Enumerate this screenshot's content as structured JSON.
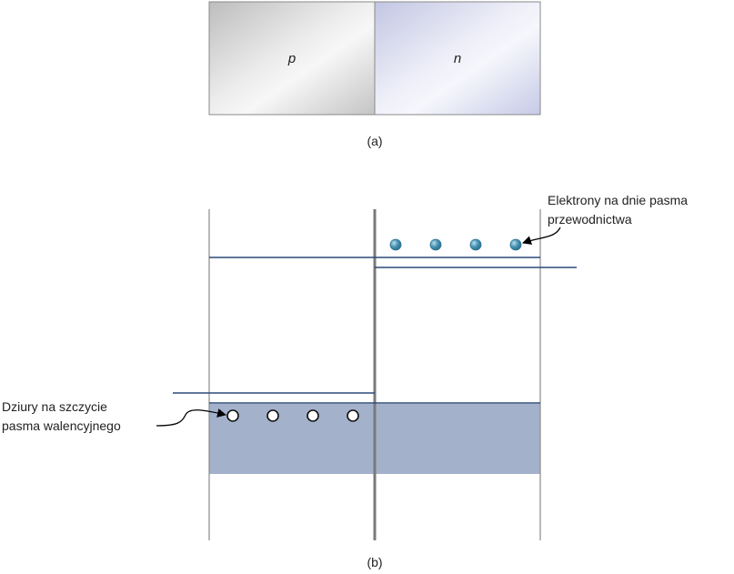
{
  "figure_a": {
    "p_label": "p",
    "n_label": "n",
    "caption": "(a)"
  },
  "figure_b": {
    "caption": "(b)",
    "electrons_label_line1": "Elektrony na dnie pasma",
    "electrons_label_line2": "przewodnictwa",
    "holes_label_line1": "Dziury na szczycie",
    "holes_label_line2": "pasma walencyjnego",
    "electron_count": 4,
    "hole_count": 4
  },
  "colors": {
    "p_block": "#c9c9c9",
    "n_block": "#ccd0e8",
    "band_line": "#2b4a78",
    "valence_fill": "#a3b1cb",
    "electron": "#4a95b5",
    "boundary": "#7a7a7a"
  }
}
